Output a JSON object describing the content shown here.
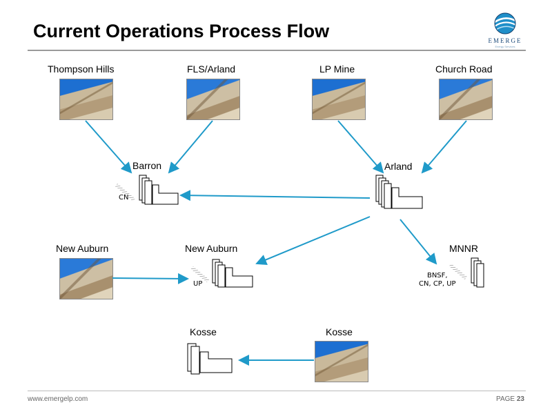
{
  "header": {
    "title": "Current Operations Process Flow"
  },
  "logo": {
    "name": "EMERGE",
    "tagline": "Energy Services",
    "colors": {
      "ring": "#1f8fc9",
      "dark": "#123e6b"
    }
  },
  "mines": [
    {
      "id": "thompson-hills",
      "label": "Thompson Hills"
    },
    {
      "id": "fls-arland-mine",
      "label": "FLS/Arland"
    },
    {
      "id": "lp-mine",
      "label": "LP Mine"
    },
    {
      "id": "church-road",
      "label": "Church Road"
    },
    {
      "id": "new-auburn-mine",
      "label": "New Auburn"
    },
    {
      "id": "kosse-mine",
      "label": "Kosse"
    }
  ],
  "plants": [
    {
      "id": "barron",
      "label": "Barron",
      "rail": "CN"
    },
    {
      "id": "arland",
      "label": "Arland",
      "rail": ""
    },
    {
      "id": "new-auburn-plant",
      "label": "New Auburn",
      "rail": "UP"
    },
    {
      "id": "mnnr",
      "label": "MNNR",
      "rail": "BNSF,\nCN, CP, UP"
    },
    {
      "id": "kosse-plant",
      "label": "Kosse",
      "rail": ""
    }
  ],
  "colors": {
    "arrow": "#1f9ac9",
    "text": "#000000",
    "rule": "#9a9a9a"
  },
  "footer": {
    "url": "www.emergelp.com",
    "page_label": "PAGE",
    "page_number": "23"
  }
}
